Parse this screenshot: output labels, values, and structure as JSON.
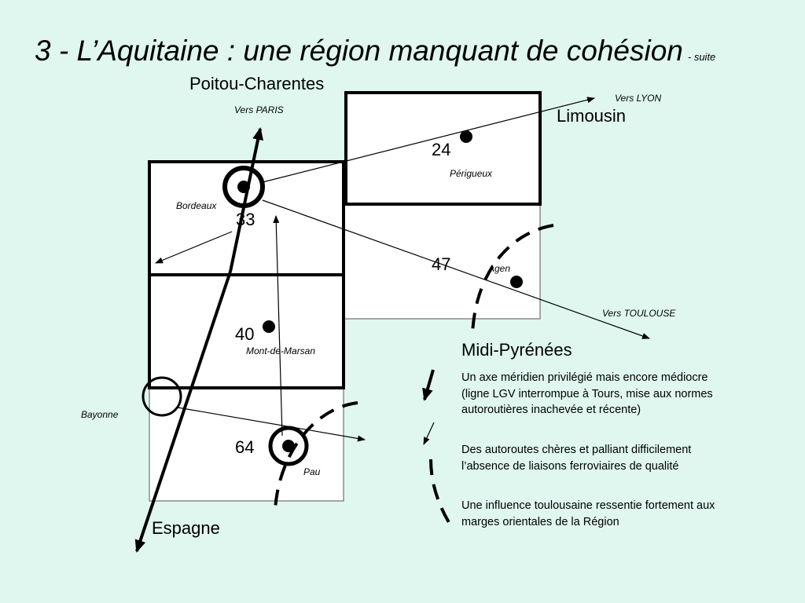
{
  "title": {
    "main": "3 - L’Aquitaine : une région manquant de cohésion",
    "suffix": "- suite"
  },
  "regions": {
    "poitou": "Poitou-Charentes",
    "limousin": "Limousin",
    "midi_pyrenees": "Midi-Pyrénées",
    "espagne": "Espagne"
  },
  "directions": {
    "paris": "Vers PARIS",
    "lyon": "Vers LYON",
    "toulouse": "Vers TOULOUSE"
  },
  "departments": {
    "d24": "24",
    "d33": "33",
    "d47": "47",
    "d40": "40",
    "d64": "64"
  },
  "cities": {
    "bordeaux": "Bordeaux",
    "perigueux": "Périgueux",
    "agen": "Agen",
    "mont_de_marsan": "Mont-de-Marsan",
    "bayonne": "Bayonne",
    "pau": "Pau"
  },
  "legend": {
    "axe": "Un axe méridien privilégié mais encore médiocre (ligne LGV interrompue à Tours, mise aux normes autoroutières inachevée et récente)",
    "autoroutes": "Des autoroutes chères et palliant difficilement l’absence de liaisons ferroviaires de qualité",
    "influence": "Une influence toulousaine ressentie fortement aux marges orientales de la Région"
  },
  "colors": {
    "background": "#dff7ef",
    "department_fill": "#ffffff",
    "ink": "#000000"
  }
}
